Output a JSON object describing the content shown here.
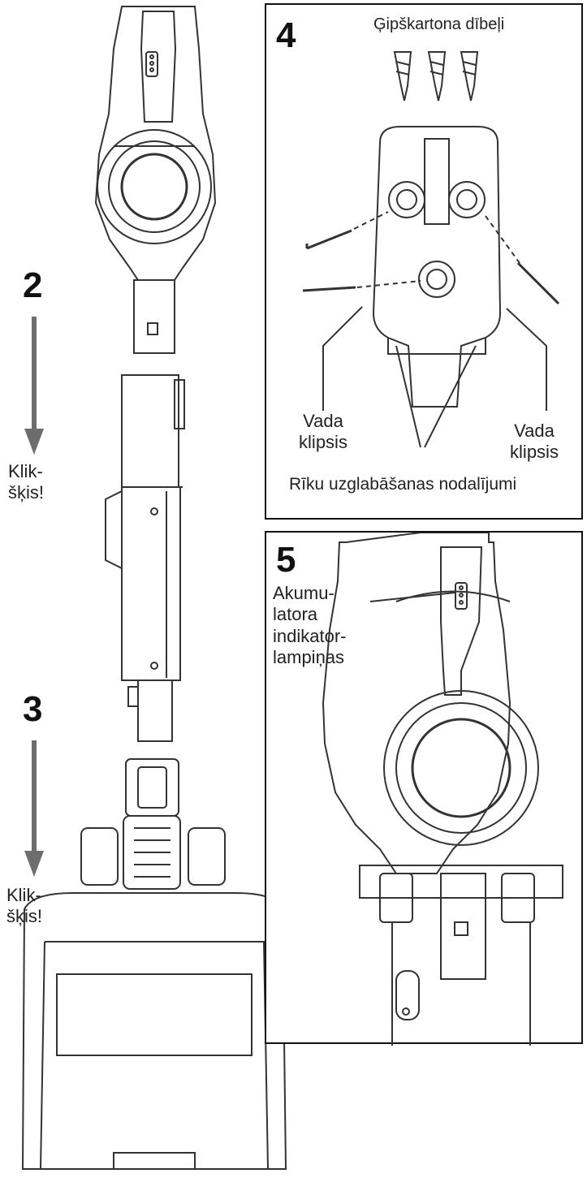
{
  "steps": {
    "two": "2",
    "three": "3",
    "four": "4",
    "five": "5"
  },
  "click_labels": {
    "step2_line1": "Klik-",
    "step2_line2": "šķis!",
    "step3_line1": "Klik-",
    "step3_line2": "šķis!"
  },
  "panel4": {
    "dowels_label": "Ģipškartona dībeļi",
    "cord_clip_left_line1": "Vada",
    "cord_clip_left_line2": "klipsis",
    "cord_clip_right_line1": "Vada",
    "cord_clip_right_line2": "klipsis",
    "storage_label": "Rīku uzglabāšanas nodalījumi"
  },
  "panel5": {
    "battery_line1": "Akumu-",
    "battery_line2": "latora",
    "battery_line3": "indikator-",
    "battery_line4": "lampiņas"
  },
  "colors": {
    "arrow": "#6d6d6d",
    "line": "#333333"
  }
}
